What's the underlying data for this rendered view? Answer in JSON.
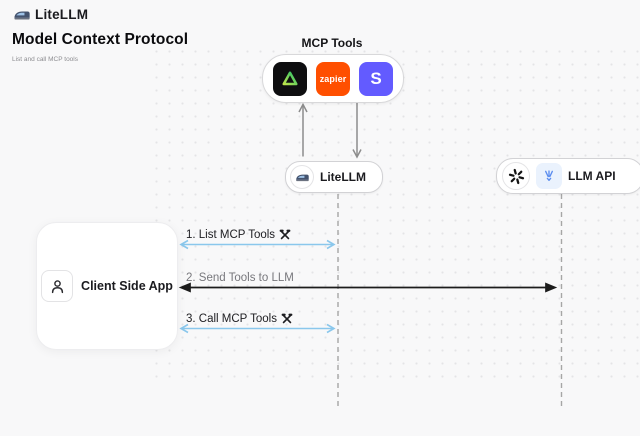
{
  "header": {
    "brand": "LiteLLM",
    "title": "Model Context Protocol",
    "subtitle": "List and call MCP tools"
  },
  "mcp_tools": {
    "label": "MCP Tools",
    "tools": [
      {
        "name": "green-triangle-tool",
        "color": "#0e0e10"
      },
      {
        "name": "zapier",
        "wordmark": "zapier",
        "color": "#FF4F00"
      },
      {
        "name": "stripe",
        "letter": "S",
        "color": "#635BFF"
      }
    ]
  },
  "nodes": {
    "litellm": {
      "label": "LiteLLM"
    },
    "llm_api": {
      "label": "LLM API"
    },
    "client": {
      "label": "Client Side App"
    }
  },
  "messages": [
    {
      "label": "1. List MCP Tools",
      "tools_icon": true
    },
    {
      "label": "2. Send Tools to LLM",
      "tools_icon": false
    },
    {
      "label": "3. Call MCP Tools",
      "tools_icon": true
    }
  ],
  "colors": {
    "background": "#f8f8f9",
    "message_arrow_blue": "#8ac7ec",
    "message_arrow_dark": "#1c1c1c",
    "lifeline_gray": "#a6a6a6",
    "vertical_arrow_gray": "#8c8c8c",
    "zapier_orange": "#FF4F00",
    "stripe_purple": "#635BFF",
    "triangle_green": "#2fc56f"
  }
}
